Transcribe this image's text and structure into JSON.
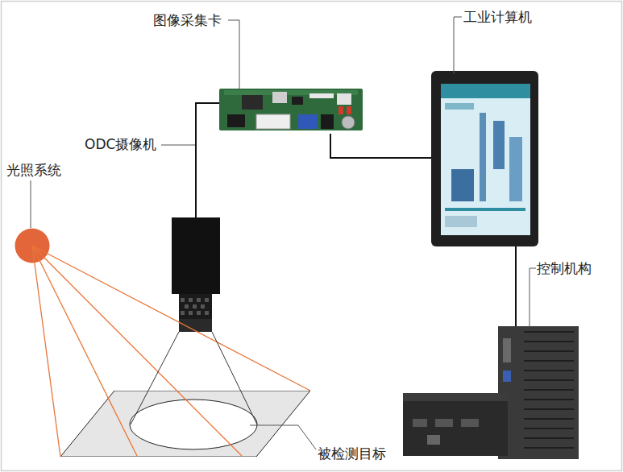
{
  "diagram": {
    "nodes": [
      {
        "text": [
          "图像采集卡"
        ]
      },
      {
        "text": [
          "工业计算机"
        ]
      },
      {
        "text": [
          "ODC摄像机"
        ]
      },
      {
        "text": [
          "光照系统"
        ]
      },
      {
        "text": [
          "控制机构"
        ]
      },
      {
        "text": [
          "被检测目标"
        ]
      }
    ],
    "edges": [
      {
        "from": 0,
        "to": 2,
        "arrow": "none"
      },
      {
        "from": 0,
        "to": 1,
        "arrow": "none"
      },
      {
        "from": 1,
        "to": 4,
        "arrow": "none"
      }
    ]
  }
}
